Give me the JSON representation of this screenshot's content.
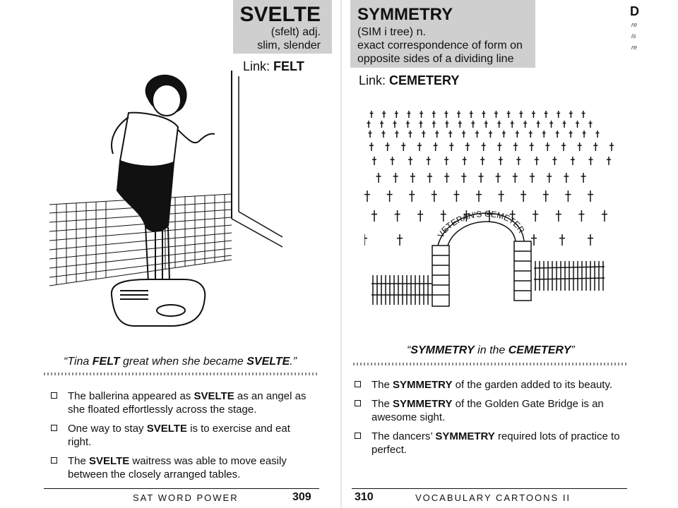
{
  "left_page": {
    "word": "SVELTE",
    "pronunciation": "(sfelt) adj.",
    "definition": "slim, slender",
    "link_label": "Link:",
    "link_word": "FELT",
    "caption_before": "“Tina ",
    "caption_link": "FELT",
    "caption_middle": " great when she became ",
    "caption_word": "SVELTE",
    "caption_after": ".”",
    "examples": [
      {
        "before": "The ballerina appeared as ",
        "word": "SVELTE",
        "after": " as an angel as she floated effortlessly across the stage."
      },
      {
        "before": "One way to stay ",
        "word": "SVELTE",
        "after": " is to exercise and eat right."
      },
      {
        "before": "The ",
        "word": "SVELTE",
        "after": " waitress was able to move easily between the closely arranged tables."
      }
    ],
    "footer_title": "SAT WORD POWER",
    "page_number": "309"
  },
  "right_page": {
    "word": "SYMMETRY",
    "pronunciation": "(SIM i tree) n.",
    "definition_line1": "exact correspondence of form on",
    "definition_line2": "opposite sides of a dividing line",
    "link_label": "Link:",
    "link_word": "CEMETERY",
    "arch_sign": "VETERAN'S CEMETERY",
    "caption_open": "“",
    "caption_word": "SYMMETRY",
    "caption_middle": " in the ",
    "caption_link": "CEMETERY",
    "caption_close": "”",
    "examples": [
      {
        "before": "The ",
        "word": "SYMMETRY",
        "after": " of the garden added to its beauty."
      },
      {
        "before": "The ",
        "word": "SYMMETRY",
        "after": " of the Golden Gate Bridge is an awesome sight."
      },
      {
        "before": "The dancers’ ",
        "word": "SYMMETRY",
        "after": " required lots of practice to perfect."
      }
    ],
    "footer_title": "VOCABULARY CARTOONS II",
    "page_number": "310"
  },
  "edge_fragments": {
    "letter": "D",
    "lines": [
      "re",
      "is",
      "re"
    ]
  }
}
